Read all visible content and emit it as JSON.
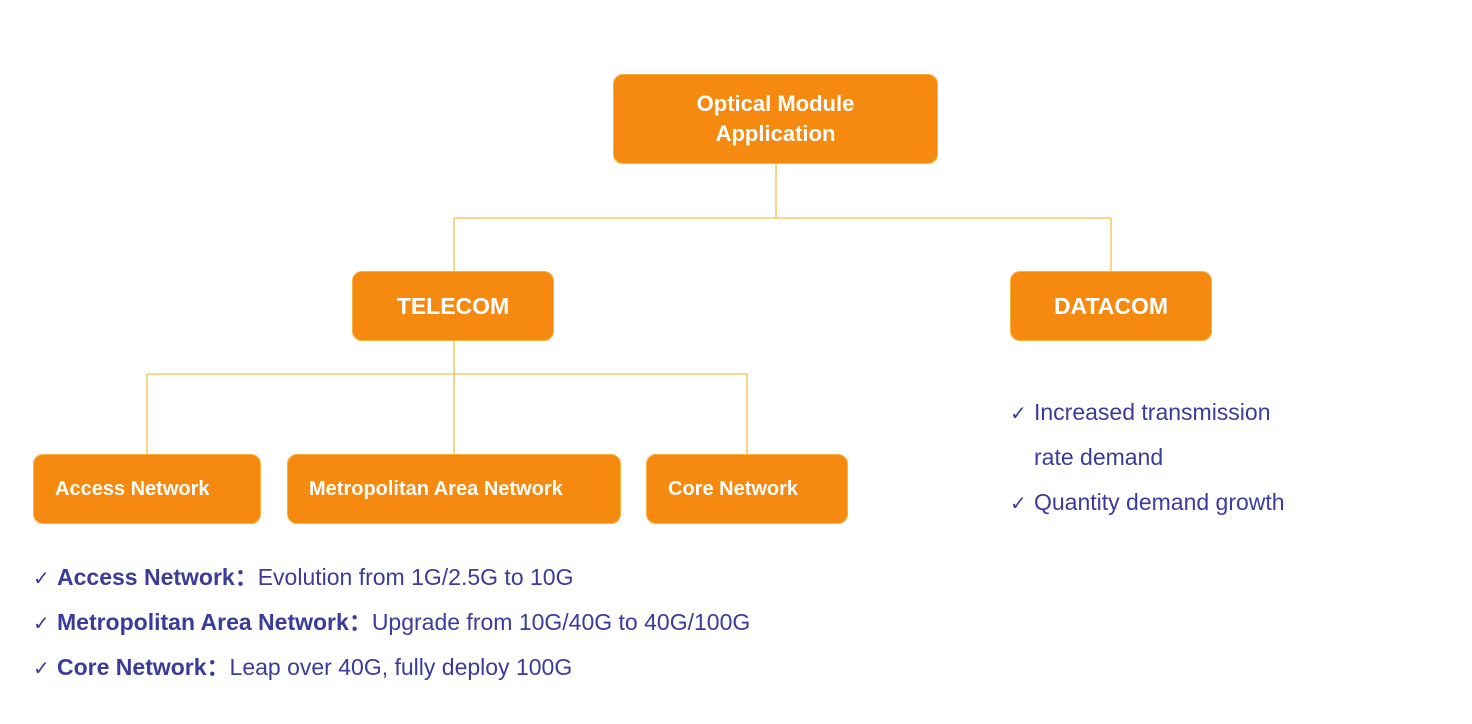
{
  "diagram": {
    "root": {
      "label": "Optical Module\nApplication"
    },
    "branches": [
      {
        "label": "TELECOM"
      },
      {
        "label": "DATACOM"
      }
    ],
    "telecom_children": [
      {
        "label": "Access Network"
      },
      {
        "label": "Metropolitan Area Network"
      },
      {
        "label": "Core Network"
      }
    ],
    "telecom_notes": [
      {
        "check": "✓",
        "term": "Access Network",
        "sep": "：",
        "text": "Evolution from 1G/2.5G to 10G"
      },
      {
        "check": "✓",
        "term": "Metropolitan Area Network",
        "sep": "：",
        "text": "Upgrade from 10G/40G to 40G/100G"
      },
      {
        "check": "✓",
        "term": "Core Network",
        "sep": "：",
        "text": "Leap over 40G, fully deploy 100G"
      }
    ],
    "datacom_notes": [
      {
        "check": "✓",
        "text": "Increased transmission"
      },
      {
        "check": "",
        "text": "rate demand"
      },
      {
        "check": "✓",
        "text": "Quantity demand growth"
      }
    ],
    "colors": {
      "node_fill": "#f6890f",
      "node_border": "#f9b23b",
      "connector": "#f6c04a",
      "note_text": "#3b3b9c"
    }
  }
}
